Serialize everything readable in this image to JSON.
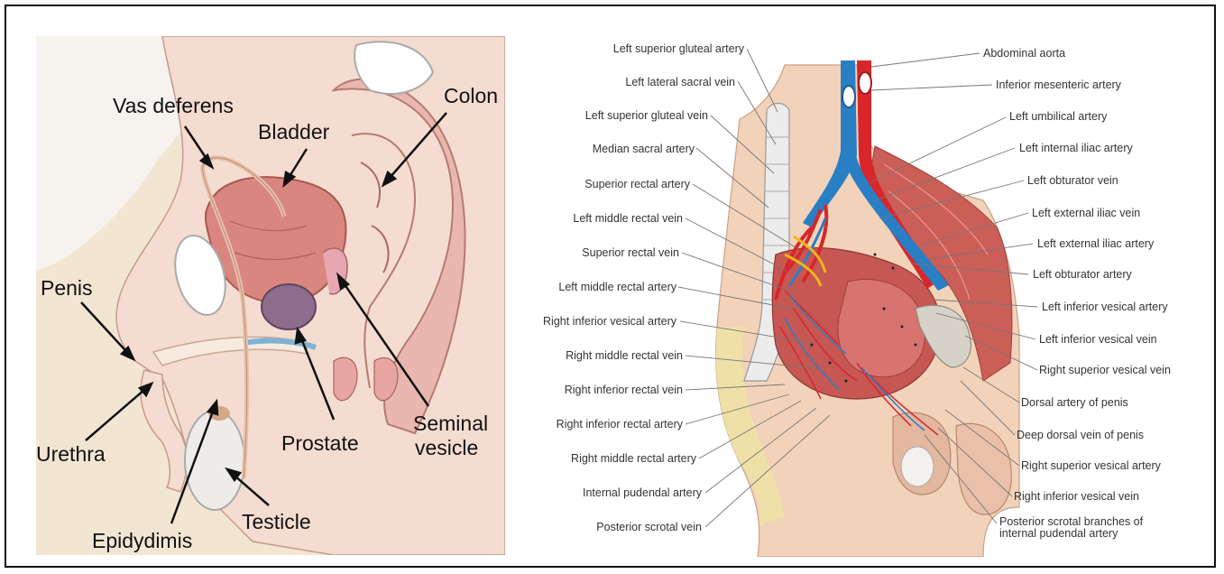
{
  "left_diagram": {
    "labels": {
      "vas_deferens": "Vas deferens",
      "bladder": "Bladder",
      "colon": "Colon",
      "penis": "Penis",
      "urethra": "Urethra",
      "prostate": "Prostate",
      "seminal_vesicle_1": "Seminal",
      "seminal_vesicle_2": "vesicle",
      "epidydimis": "Epidydimis",
      "testicle": "Testicle"
    }
  },
  "right_diagram": {
    "left_labels": [
      "Left superior gluteal artery",
      "Left lateral sacral vein",
      "Left superior gluteal vein",
      "Median sacral artery",
      "Superior rectal artery",
      "Left middle rectal vein",
      "Superior rectal vein",
      "Left middle rectal artery",
      "Right inferior vesical artery",
      "Right middle rectal vein",
      "Right inferior rectal vein",
      "Right inferior rectal artery",
      "Right middle rectal artery",
      "Internal pudendal artery",
      "Posterior scrotal vein"
    ],
    "right_labels": [
      "Abdominal aorta",
      "Inferior mesenteric artery",
      "Left umbilical artery",
      "Left internal iliac artery",
      "Left obturator vein",
      "Left external iliac vein",
      "Left external iliac artery",
      "Left obturator artery",
      "Left inferior vesical artery",
      "Left inferior vesical vein",
      "Right superior vesical vein",
      "Dorsal artery of penis",
      "Deep dorsal vein of penis",
      "Right superior vesical artery",
      "Right inferior vesical vein",
      "Posterior scrotal branches of internal pudendal artery"
    ]
  },
  "colors": {
    "artery": "#d9262b",
    "vein": "#2a7ec4",
    "skin": "#f3d9c4",
    "muscle": "#c9544f"
  }
}
